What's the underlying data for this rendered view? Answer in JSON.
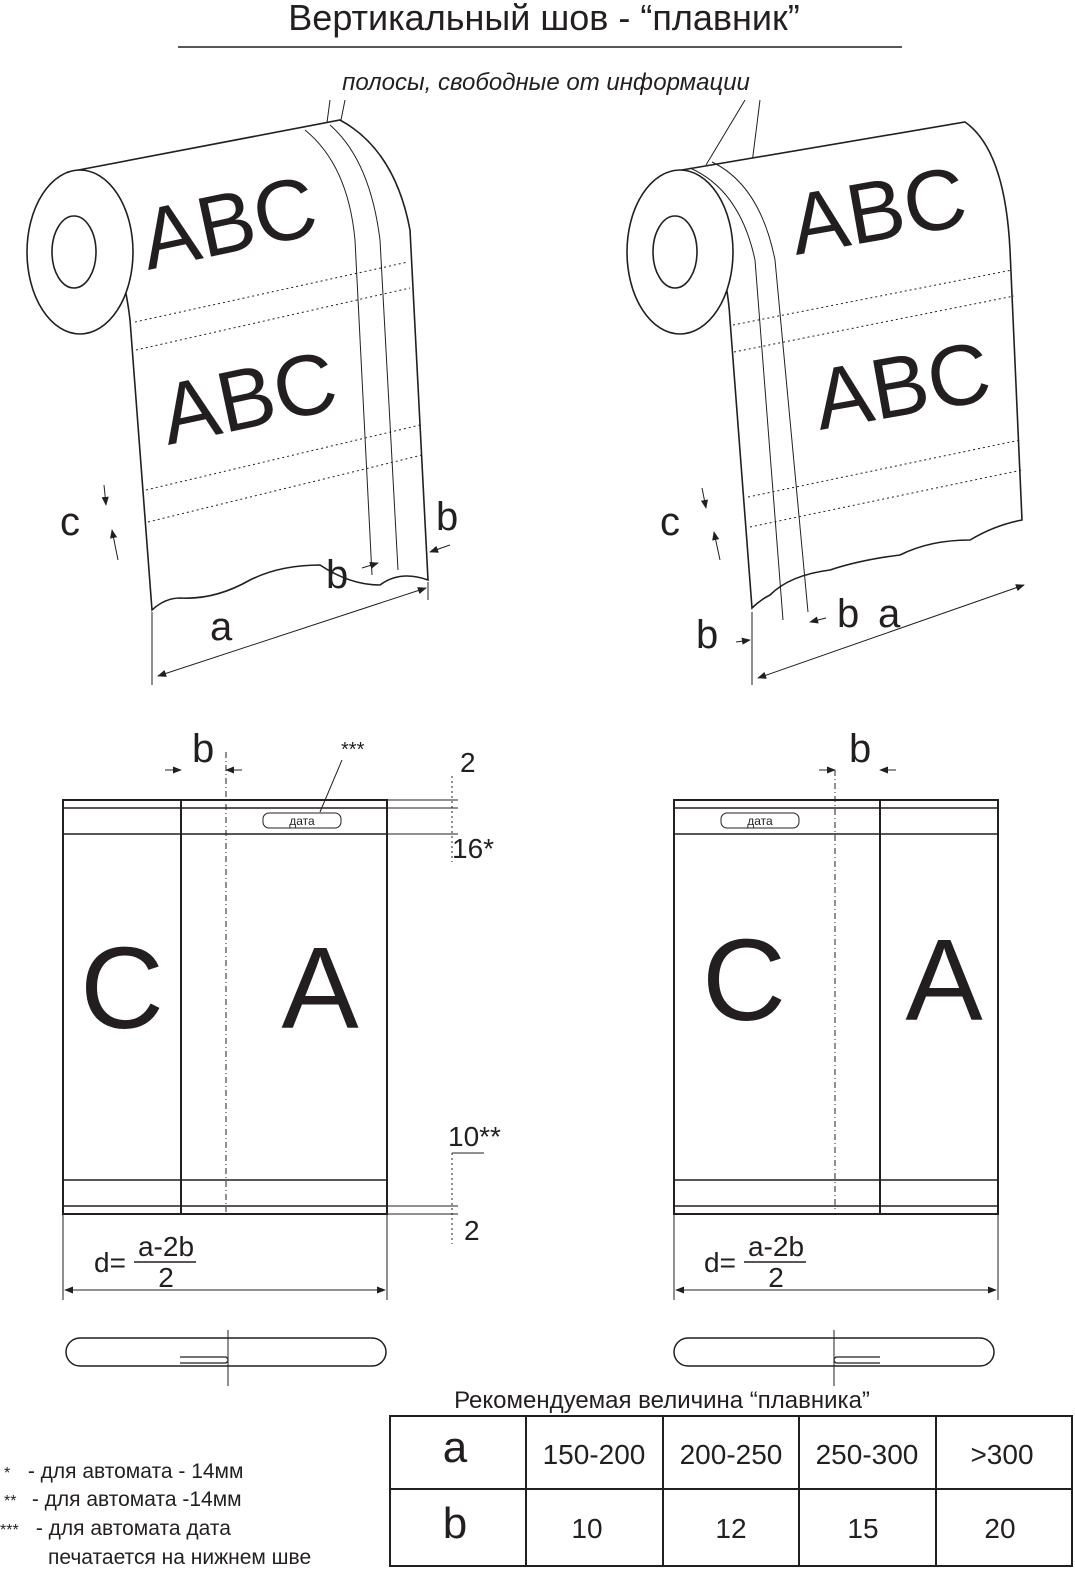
{
  "title": "Вертикальный шов - “плавник”",
  "strip_note": "полосы, свободные от информации",
  "roll_text": "ABC",
  "dims": {
    "a": "a",
    "b": "b",
    "c": "c",
    "two": "2",
    "sixteen": "16*",
    "ten": "10**",
    "stars3": "***",
    "date_label": "дата",
    "d_left": "d=",
    "d_num": "a-2b",
    "d_den": "2"
  },
  "panel_letters": {
    "c": "C",
    "a": "A"
  },
  "table": {
    "caption": "Рекомендуемая величина “плавника”",
    "row_a_label": "a",
    "row_b_label": "b",
    "a_values": [
      "150-200",
      "200-250",
      "250-300",
      ">300"
    ],
    "b_values": [
      "10",
      "12",
      "15",
      "20"
    ]
  },
  "notes": [
    {
      "mark": "*",
      "text": " - для автомата - 14мм"
    },
    {
      "mark": "**",
      "text": " - для автомата -14мм"
    },
    {
      "mark": "***",
      "text": " - для автомата дата"
    },
    {
      "mark": "",
      "text": "печатается на нижнем шве"
    }
  ],
  "colors": {
    "ink": "#231f20",
    "background": "#ffffff"
  }
}
